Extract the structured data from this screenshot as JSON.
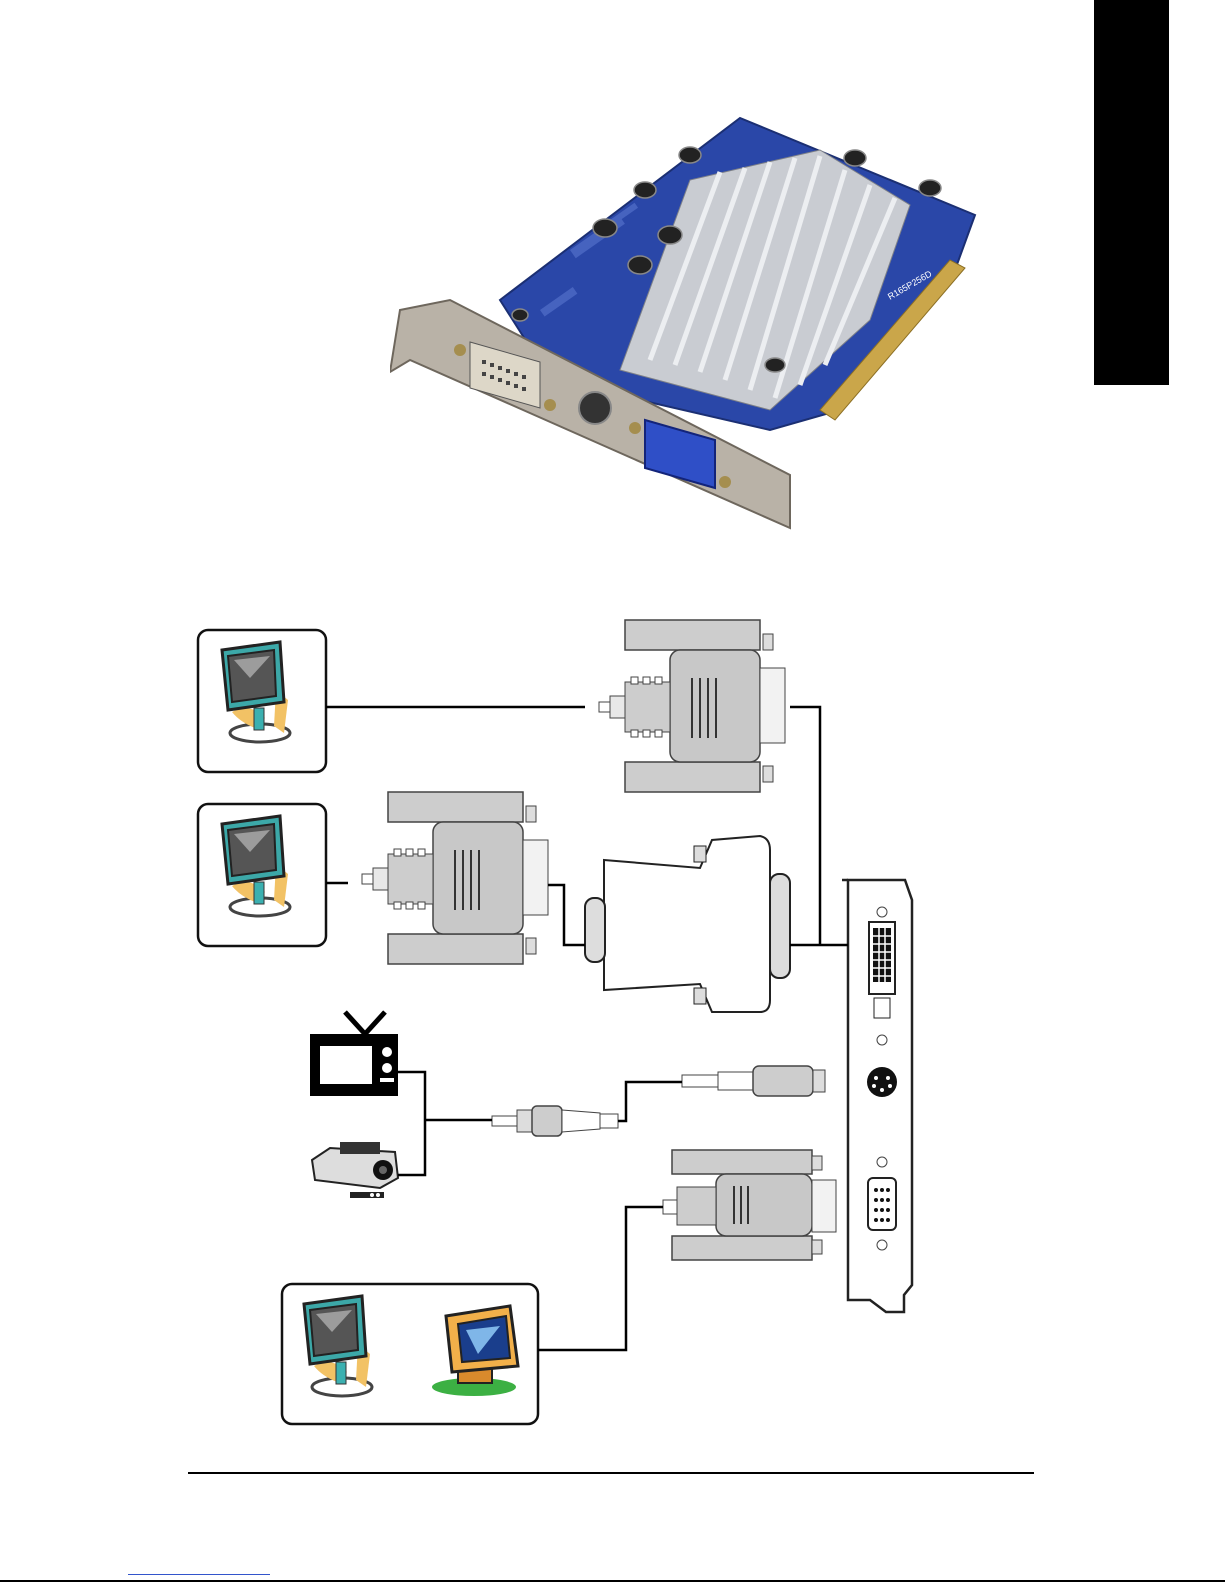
{
  "figure": {
    "product": {
      "icon": "graphics-card-photo",
      "label": "R165P256D"
    },
    "devices": [
      {
        "id": "lcd-monitor-dvi",
        "icon": "lcd-monitor-icon"
      },
      {
        "id": "lcd-monitor-dvi-adapter",
        "icon": "lcd-monitor-icon"
      },
      {
        "id": "tv",
        "icon": "tv-icon"
      },
      {
        "id": "projector",
        "icon": "projector-icon"
      },
      {
        "id": "lcd-monitor-vga",
        "icon": "lcd-monitor-icon"
      },
      {
        "id": "crt-monitor-vga",
        "icon": "crt-monitor-icon"
      }
    ],
    "connectors": [
      {
        "id": "dvi-cable",
        "icon": "dvi-connector-icon"
      },
      {
        "id": "dvi-to-vga-adapter",
        "icon": "dvi-vga-adapter-icon"
      },
      {
        "id": "s-video-cable",
        "icon": "s-video-connector-icon"
      },
      {
        "id": "av-cable",
        "icon": "av-connector-icon"
      },
      {
        "id": "vga-cable",
        "icon": "vga-connector-icon"
      }
    ],
    "bracket_ports": [
      "dvi-port",
      "s-video-port",
      "vga-port"
    ]
  }
}
